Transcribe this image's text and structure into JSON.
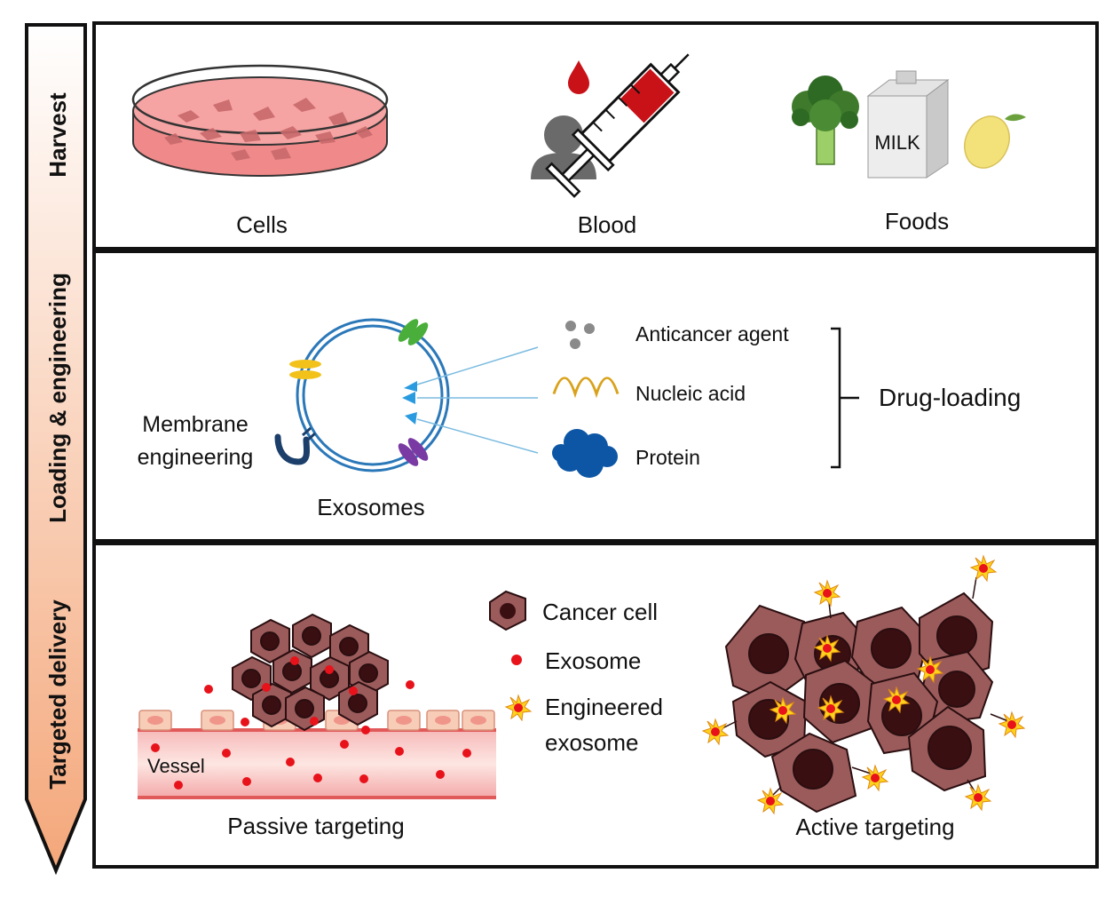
{
  "side_arrow": {
    "stages": [
      "Harvest",
      "Loading & engineering",
      "Targeted delivery"
    ]
  },
  "harvest": {
    "sources": [
      "Cells",
      "Blood",
      "Foods"
    ],
    "milk_text": "MILK"
  },
  "loading": {
    "exosomes_label": "Exosomes",
    "membrane_label_line1": "Membrane",
    "membrane_label_line2": "engineering",
    "cargo": [
      "Anticancer agent",
      "Nucleic acid",
      "Protein"
    ],
    "drug_loading_label": "Drug-loading"
  },
  "delivery": {
    "legend": {
      "cancer_cell": "Cancer cell",
      "exosome": "Exosome",
      "engineered_line1": "Engineered",
      "engineered_line2": "exosome"
    },
    "vessel_label": "Vessel",
    "passive_label": "Passive targeting",
    "active_label": "Active targeting"
  },
  "colors": {
    "arrow_top": "#ffffff",
    "arrow_bottom": "#f4a77a",
    "dish": "#f08a8a",
    "cancer_cell": "#9b5b5b",
    "nucleus": "#3a0f12",
    "exosome": "#e8121b",
    "engineered": "#ffd21c",
    "membrane": "#2b78b9",
    "protein": "#0d56a5",
    "nucleic_acid": "#d9a21b",
    "syringe_blood": "#c81218"
  }
}
